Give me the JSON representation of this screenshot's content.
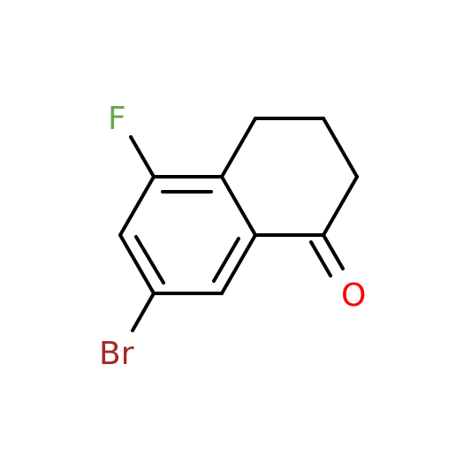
{
  "molecule": {
    "atoms": {
      "fluorine": {
        "label": "F",
        "color": "#6aa84f"
      },
      "bromine": {
        "label": "Br",
        "color": "#a52a2a"
      },
      "oxygen": {
        "label": "O",
        "color": "#ff0000"
      }
    },
    "bond_color": "#000000"
  }
}
